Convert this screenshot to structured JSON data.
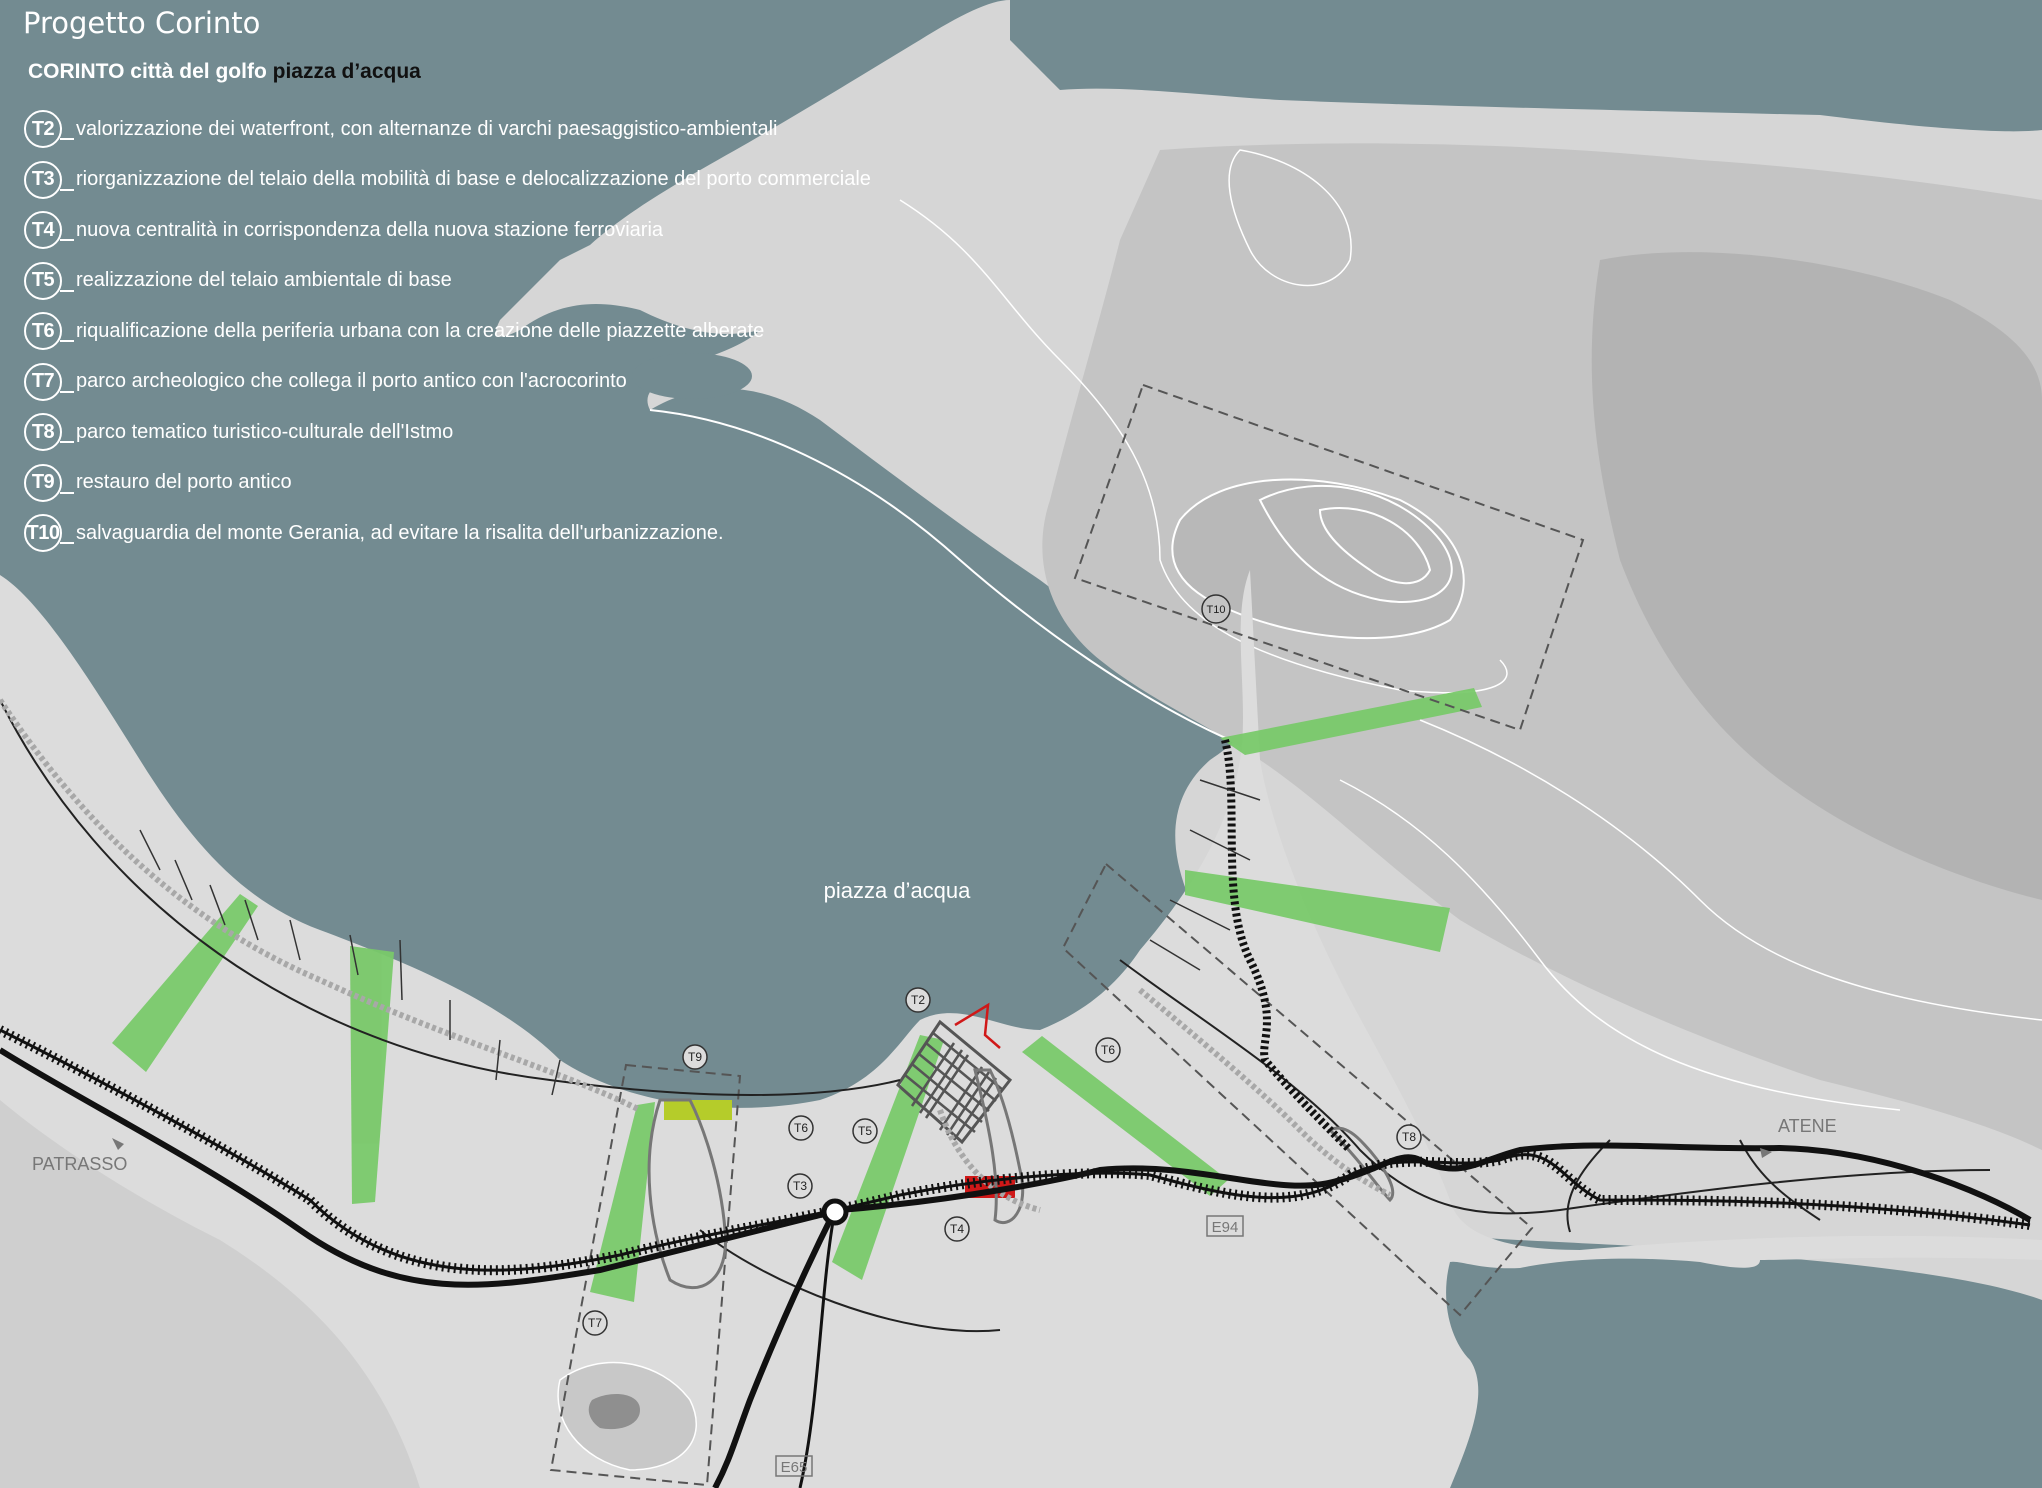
{
  "title": "Progetto Corinto",
  "subtitle": {
    "part1": "CORINTO città del golfo",
    "part2": "piazza d’acqua"
  },
  "legend": [
    {
      "code": "T2",
      "text": "valorizzazione dei waterfront, con alternanze di varchi paesaggistico-ambientali"
    },
    {
      "code": "T3",
      "text": "riorganizzazione del telaio della mobilità di base e delocalizzazione del porto commerciale"
    },
    {
      "code": "T4",
      "text": "nuova centralità in corrispondenza della nuova stazione ferroviaria"
    },
    {
      "code": "T5",
      "text": "realizzazione del telaio ambientale di base"
    },
    {
      "code": "T6",
      "text": "riqualificazione della periferia urbana con la creazione delle piazzette alberate"
    },
    {
      "code": "T7",
      "text": "parco archeologico che collega il porto antico con l'acrocorinto"
    },
    {
      "code": "T8",
      "text": "parco tematico turistico-culturale dell'Istmo"
    },
    {
      "code": "T9",
      "text": "restauro del porto antico"
    },
    {
      "code": "T10",
      "text": "salvaguardia del monte Gerania, ad evitare la risalita  dell'urbanizzazione."
    }
  ],
  "map_labels": {
    "bay": "piazza d’acqua",
    "west_city": "PATRASSO",
    "east_city": "ATENE",
    "road_e94": "E94",
    "road_e65": "E65"
  },
  "markers": {
    "t2": "T2",
    "t3": "T3",
    "t4": "T4",
    "t5": "T5",
    "t6a": "T6",
    "t6b": "T6",
    "t7": "T7",
    "t8": "T8",
    "t9": "T9",
    "t10": "T10"
  },
  "colors": {
    "sea": "#738b91",
    "land": "#dcdcdc",
    "hills": "#c4c4c4",
    "green_corridor": "#79c96a",
    "yellow_port": "#b5cc2a",
    "red_station": "#d01818"
  }
}
